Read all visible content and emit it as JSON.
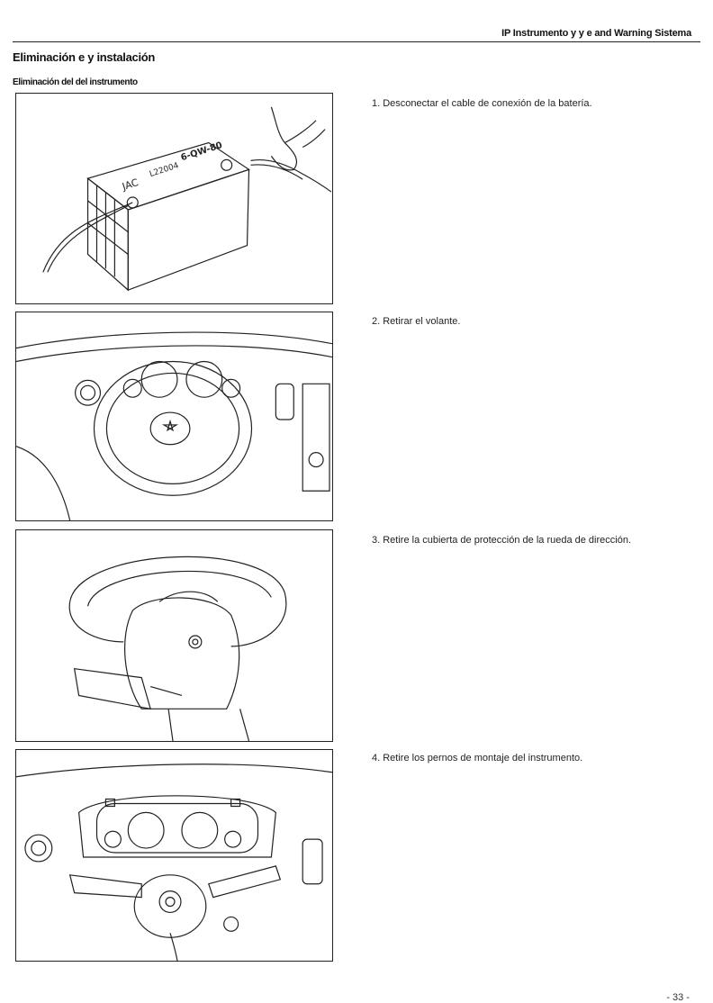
{
  "header": {
    "title": "IP Instrumento y  y e and Warning Sistema"
  },
  "section": {
    "title": "Eliminación e y instalación",
    "subtitle": "Eliminación del del instrumento"
  },
  "steps": [
    {
      "text": "1. Desconectar el cable de conexión de la batería."
    },
    {
      "text": "2. Retirar el volante."
    },
    {
      "text": "3. Retire la cubierta de protección de la rueda de dirección."
    },
    {
      "text": "4. Retire los pernos de montaje del instrumento."
    }
  ],
  "figures": {
    "battery_label_1": "6-QW-80",
    "battery_label_2": "L22004",
    "battery_brand": "JAC"
  },
  "footer": {
    "page": "- 33 -"
  }
}
